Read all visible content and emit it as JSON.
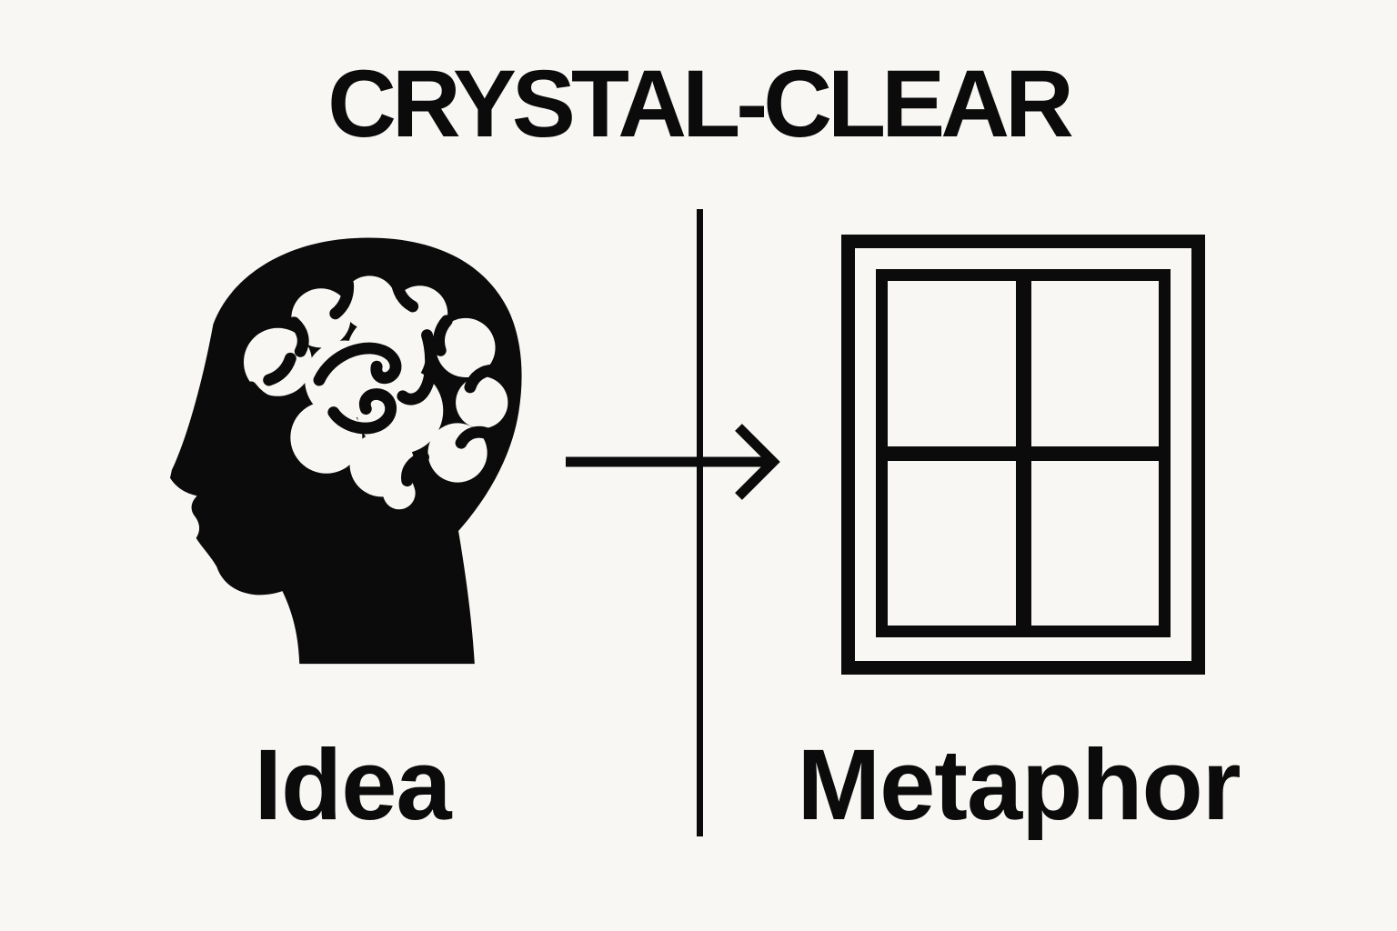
{
  "title": "CRYSTAL-CLEAR",
  "diagram": {
    "left": {
      "icon": "head-brain-icon",
      "label": "Idea"
    },
    "arrow": {
      "icon": "arrow-right-icon",
      "direction": "right"
    },
    "right": {
      "icon": "window-icon",
      "label": "Metaphor"
    }
  },
  "colors": {
    "background": "#f8f7f4",
    "ink": "#0b0b0b"
  }
}
